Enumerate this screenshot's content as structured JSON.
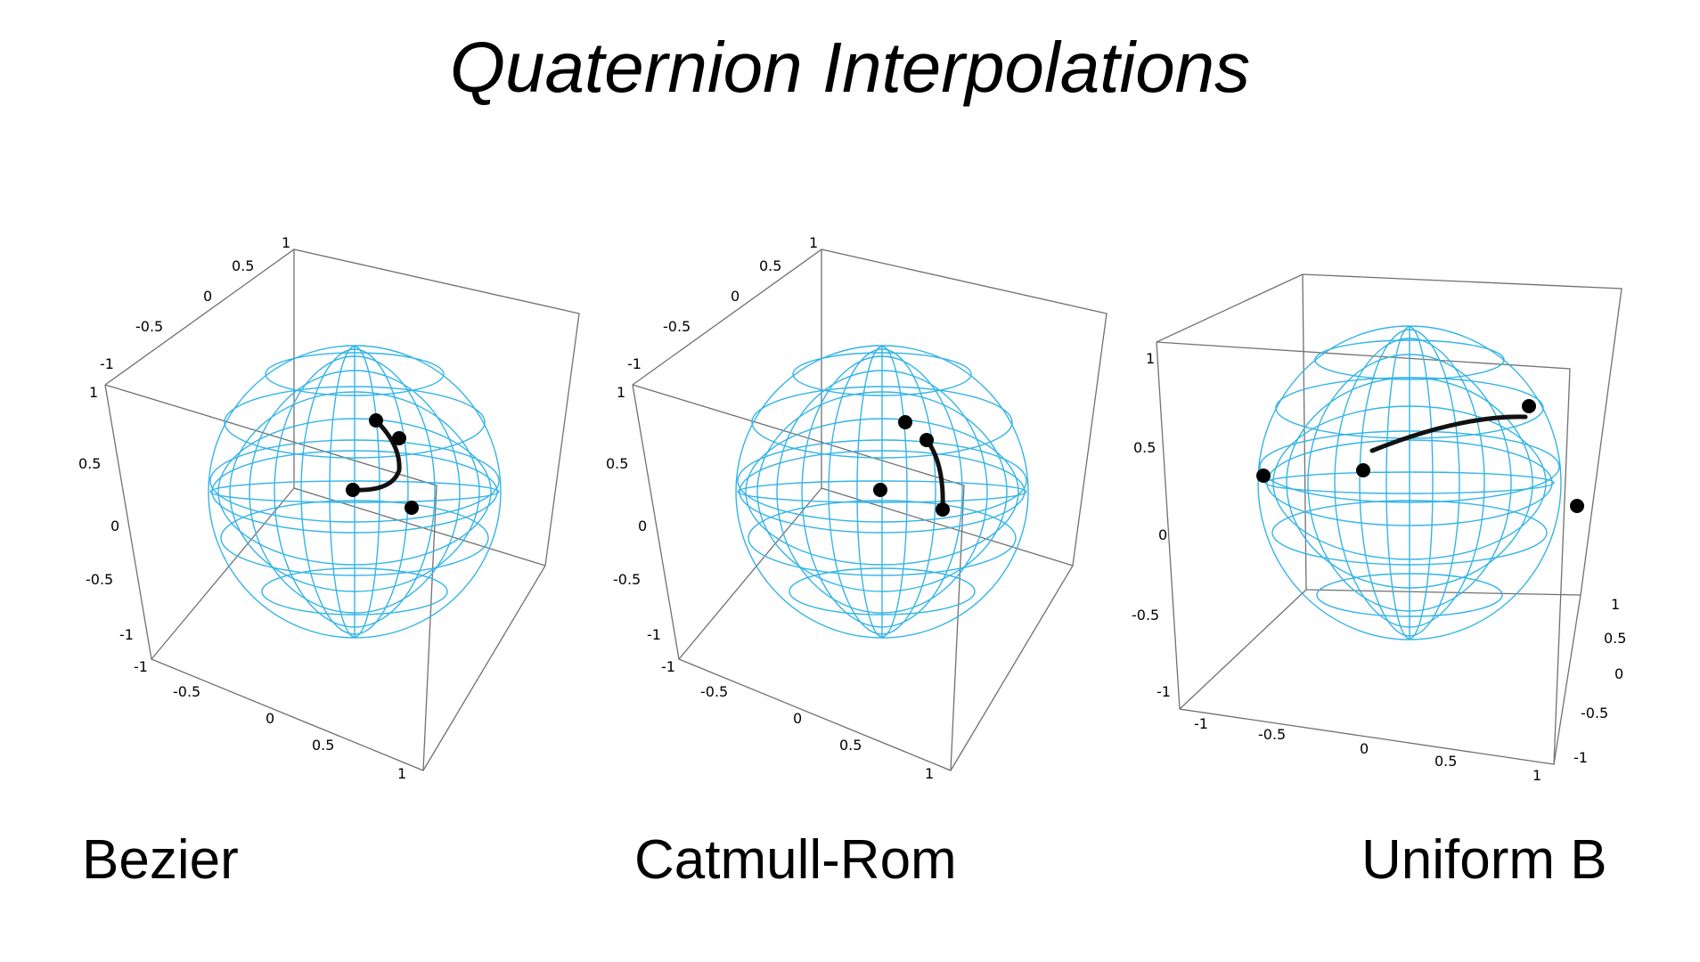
{
  "title": "Quaternion Interpolations",
  "colors": {
    "sphere": "#34b4e6",
    "box": "#707070",
    "curve": "#111111"
  },
  "panels": [
    {
      "id": "bezier",
      "label": "Bezier",
      "ticks": {
        "back": [
          "1",
          "0.5",
          "0",
          "-0.5",
          "-1"
        ],
        "left": [
          "1",
          "0.5",
          "0",
          "-0.5",
          "-1"
        ],
        "bottom": [
          "-1",
          "-0.5",
          "0",
          "0.5",
          "1"
        ]
      }
    },
    {
      "id": "catmull",
      "label": "Catmull-Rom",
      "ticks": {
        "back": [
          "1",
          "0.5",
          "0",
          "-0.5",
          "-1"
        ],
        "left": [
          "1",
          "0.5",
          "0",
          "-0.5",
          "-1"
        ],
        "bottom": [
          "-1",
          "-0.5",
          "0",
          "0.5",
          "1"
        ]
      }
    },
    {
      "id": "uniform",
      "label": "Uniform B",
      "ticks": {
        "left": [
          "1",
          "0.5",
          "0",
          "-0.5",
          "-1"
        ],
        "bottom": [
          "-1",
          "-0.5",
          "0",
          "0.5",
          "1"
        ],
        "right": [
          "1",
          "0.5",
          "0",
          "-0.5",
          "-1"
        ]
      }
    }
  ]
}
